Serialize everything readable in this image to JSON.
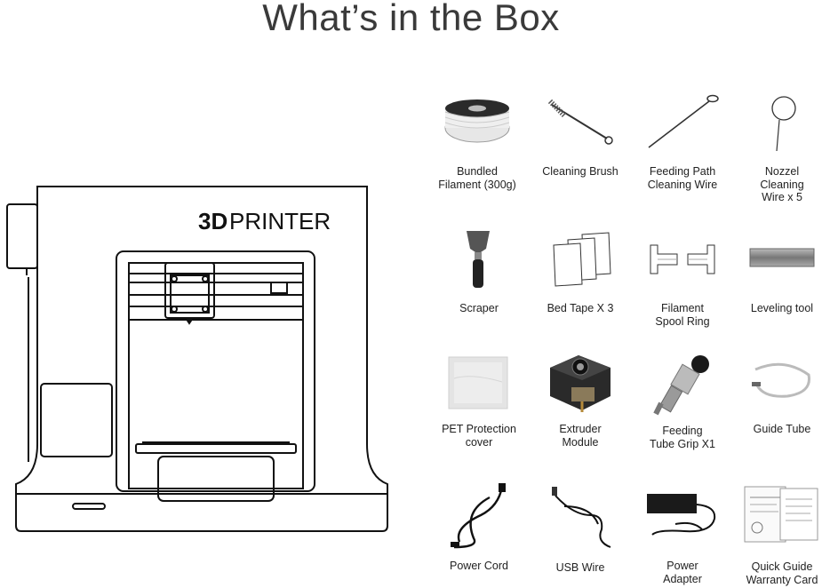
{
  "header": {
    "title": "What’s in the Box"
  },
  "printer": {
    "brand_bold": "3D",
    "brand_light": "PRINTER"
  },
  "items": [
    {
      "lines": [
        "Bundled",
        "Filament (300g)"
      ]
    },
    {
      "lines": [
        "Cleaning Brush"
      ]
    },
    {
      "lines": [
        "Feeding Path",
        "Cleaning Wire"
      ]
    },
    {
      "lines": [
        "Nozzel",
        "Cleaning",
        "Wire x 5"
      ]
    },
    {
      "lines": [
        "Scraper"
      ]
    },
    {
      "lines": [
        "Bed Tape X 3"
      ]
    },
    {
      "lines": [
        "Filament",
        "Spool Ring"
      ]
    },
    {
      "lines": [
        "Leveling tool"
      ]
    },
    {
      "lines": [
        "PET Protection",
        "cover"
      ]
    },
    {
      "lines": [
        "Extruder",
        "Module"
      ]
    },
    {
      "lines": [
        "Feeding",
        "Tube Grip X1"
      ]
    },
    {
      "lines": [
        "Guide Tube"
      ]
    },
    {
      "lines": [
        "Power Cord"
      ]
    },
    {
      "lines": [
        "USB Wire"
      ]
    },
    {
      "lines": [
        "Power",
        "Adapter"
      ]
    },
    {
      "lines": [
        "Quick Guide",
        "Warranty Card"
      ]
    }
  ]
}
